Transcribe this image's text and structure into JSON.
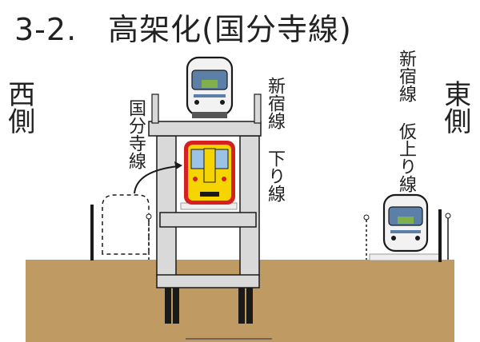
{
  "title": "3-2.　高架化(国分寺線)",
  "labels": {
    "west": "西側",
    "east": "東側",
    "kokubunji_line": "国分寺線",
    "shinjuku_down": "新宿線 下り線",
    "shinjuku_temp_up": "新宿線 仮上り線"
  },
  "colors": {
    "ground": "#bf9a62",
    "structure": "#d9d9d9",
    "outline": "#1a1a1a",
    "train_body": "#f2f2f2",
    "train_window": "#5b7fa6",
    "yellow_train": "#f5d400",
    "yellow_train_border": "#d62020"
  },
  "icons": [
    "train-front-icon",
    "yellow-train-front-icon",
    "arrow-icon"
  ]
}
